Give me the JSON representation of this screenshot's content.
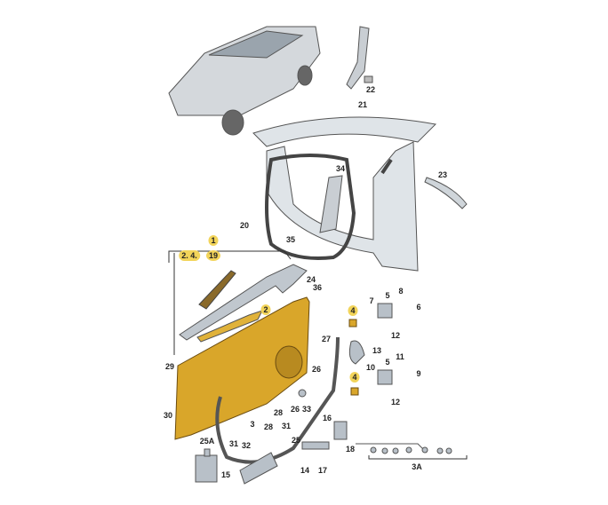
{
  "diagram": {
    "title_labels": [
      "22",
      "21",
      "23",
      "34",
      "20",
      "35",
      "1",
      "2. 4.",
      "19",
      "24",
      "36",
      "2",
      "7",
      "5",
      "8",
      "6",
      "4",
      "4",
      "12",
      "27",
      "13",
      "26",
      "11",
      "5",
      "10",
      "9",
      "12",
      "29",
      "30",
      "28",
      "26",
      "33",
      "28",
      "31",
      "3",
      "31",
      "32",
      "16",
      "25",
      "18",
      "25A",
      "14",
      "17",
      "15",
      "3A"
    ],
    "colors": {
      "door_panel": "#d9a62a",
      "parts_gray": "#b8c0c8",
      "highlight": "#f2d45a"
    }
  }
}
